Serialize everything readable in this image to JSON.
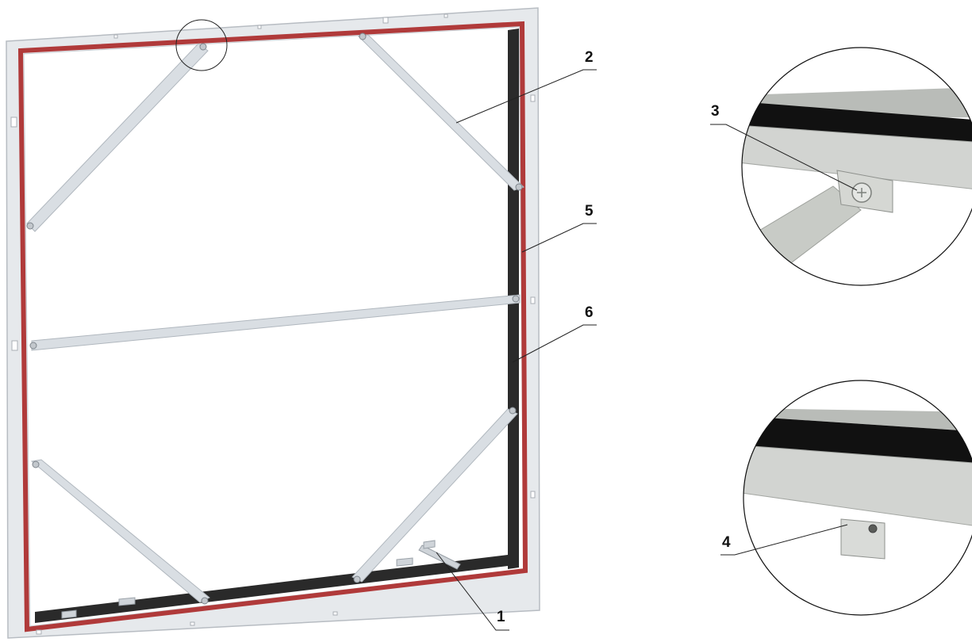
{
  "callouts": {
    "c1": "1",
    "c2": "2",
    "c3": "3",
    "c4": "4",
    "c5": "5",
    "c6": "6"
  },
  "colors": {
    "background": "#ffffff",
    "frame_outer": "#e4e7ea",
    "frame_edge": "#b9bec4",
    "seal_red": "#b03a3a",
    "gasket_black": "#1e1e1e",
    "brace": "#d8dde2",
    "brace_edge": "#aab1b8",
    "detail_rail": "#cfd2cf",
    "detail_plate": "#d9dbd8"
  },
  "icons": {
    "frame": "panel-frame-illustration",
    "detail_top": "bolted-bracket-detail",
    "detail_bottom": "bracket-hole-detail"
  }
}
